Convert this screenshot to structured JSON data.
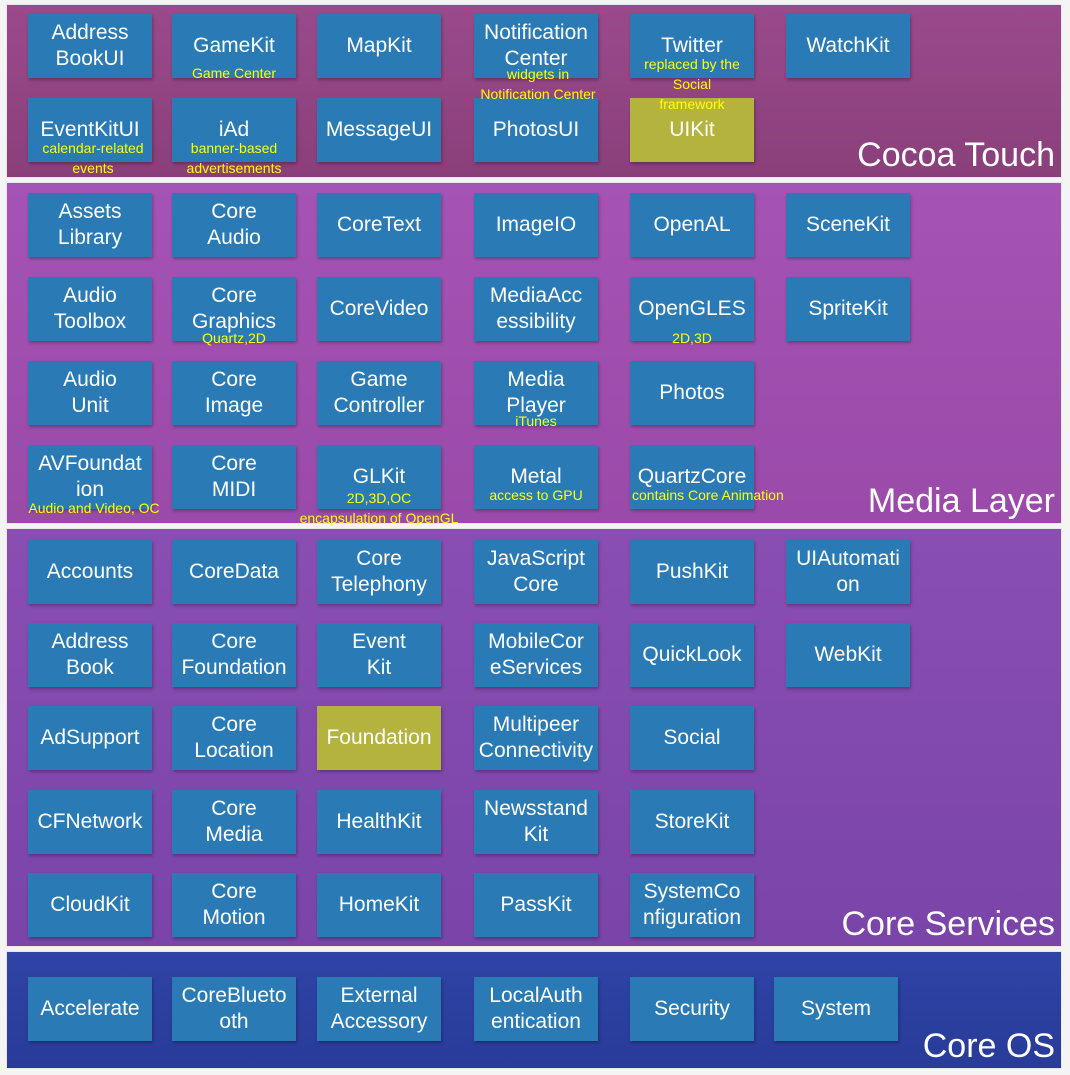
{
  "layers": {
    "cocoa_touch": {
      "title": "Cocoa Touch",
      "colors": [
        "#9a4a8c",
        "#8a3f7a"
      ],
      "tiles": [
        [
          "Address",
          "BookUI"
        ],
        [
          "GameKit"
        ],
        [
          "MapKit"
        ],
        [
          "Notification",
          "Center"
        ],
        [
          "Twitter"
        ],
        [
          "WatchKit"
        ],
        [
          "EventKitUI"
        ],
        [
          "iAd"
        ],
        [
          "MessageUI"
        ],
        [
          "PhotosUI"
        ],
        [
          "UIKit"
        ]
      ],
      "notes": {
        "game_center": "Game Center",
        "widgets": [
          "widgets in",
          "Notification Center"
        ],
        "twitter": [
          "replaced by the",
          "Social",
          "framework"
        ],
        "calendar": [
          "calendar-related",
          "events"
        ],
        "iad": [
          "banner-based",
          "advertisements"
        ]
      }
    },
    "media": {
      "title": "Media Layer",
      "colors": [
        "#a553b5",
        "#9a4aa9"
      ],
      "tiles": [
        [
          "Assets",
          "Library"
        ],
        [
          "Core",
          "Audio"
        ],
        [
          "CoreText"
        ],
        [
          "ImageIO"
        ],
        [
          "OpenAL"
        ],
        [
          "SceneKit"
        ],
        [
          "Audio",
          "Toolbox"
        ],
        [
          "Core",
          "Graphics"
        ],
        [
          "CoreVideo"
        ],
        [
          "MediaAcc",
          "essibility"
        ],
        [
          "OpenGLES"
        ],
        [
          "SpriteKit"
        ],
        [
          "Audio",
          "Unit"
        ],
        [
          "Core",
          "Image"
        ],
        [
          "Game",
          "Controller"
        ],
        [
          "Media",
          "Player"
        ],
        [
          "Photos"
        ],
        [
          "AVFoundat",
          "ion"
        ],
        [
          "Core",
          "MIDI"
        ],
        [
          "GLKit"
        ],
        [
          "Metal"
        ],
        [
          "QuartzCore"
        ]
      ],
      "notes": {
        "quartz": "Quartz,2D",
        "opengles": "2D,3D",
        "itunes": "iTunes",
        "avfoundation": "Audio and Video, OC",
        "glkit": [
          "2D,3D,OC",
          "encapsulation of OpenGL"
        ],
        "metal": "access to GPU",
        "quartzcore": "contains Core Animation"
      }
    },
    "core_services": {
      "title": "Core Services",
      "colors": [
        "#8a4eb3",
        "#7a44a8"
      ],
      "tiles": [
        [
          "Accounts"
        ],
        [
          "CoreData"
        ],
        [
          "Core",
          "Telephony"
        ],
        [
          "JavaScript",
          "Core"
        ],
        [
          "PushKit"
        ],
        [
          "UIAutomati",
          "on"
        ],
        [
          "Address",
          "Book"
        ],
        [
          "Core",
          "Foundation"
        ],
        [
          "Event",
          "Kit"
        ],
        [
          "MobileCor",
          "eServices"
        ],
        [
          "QuickLook"
        ],
        [
          "WebKit"
        ],
        [
          "AdSupport"
        ],
        [
          "Core",
          "Location"
        ],
        [
          "Foundation"
        ],
        [
          "Multipeer",
          "Connectivity"
        ],
        [
          "Social"
        ],
        [
          "CFNetwork"
        ],
        [
          "Core",
          "Media"
        ],
        [
          "HealthKit"
        ],
        [
          "Newsstand",
          "Kit"
        ],
        [
          "StoreKit"
        ],
        [
          "CloudKit"
        ],
        [
          "Core",
          "Motion"
        ],
        [
          "HomeKit"
        ],
        [
          "PassKit"
        ],
        [
          "SystemCo",
          "nfiguration"
        ]
      ]
    },
    "core_os": {
      "title": "Core OS",
      "colors": [
        "#2f44a6",
        "#283b99"
      ],
      "tiles": [
        [
          "Accelerate"
        ],
        [
          "CoreBlueto",
          "oth"
        ],
        [
          "External",
          "Accessory"
        ],
        [
          "LocalAuth",
          "entication"
        ],
        [
          "Security"
        ],
        [
          "System"
        ]
      ]
    }
  },
  "colors": {
    "tile": "#2a7ab6",
    "highlight": "#b3b33d",
    "note": "#ffff00"
  }
}
